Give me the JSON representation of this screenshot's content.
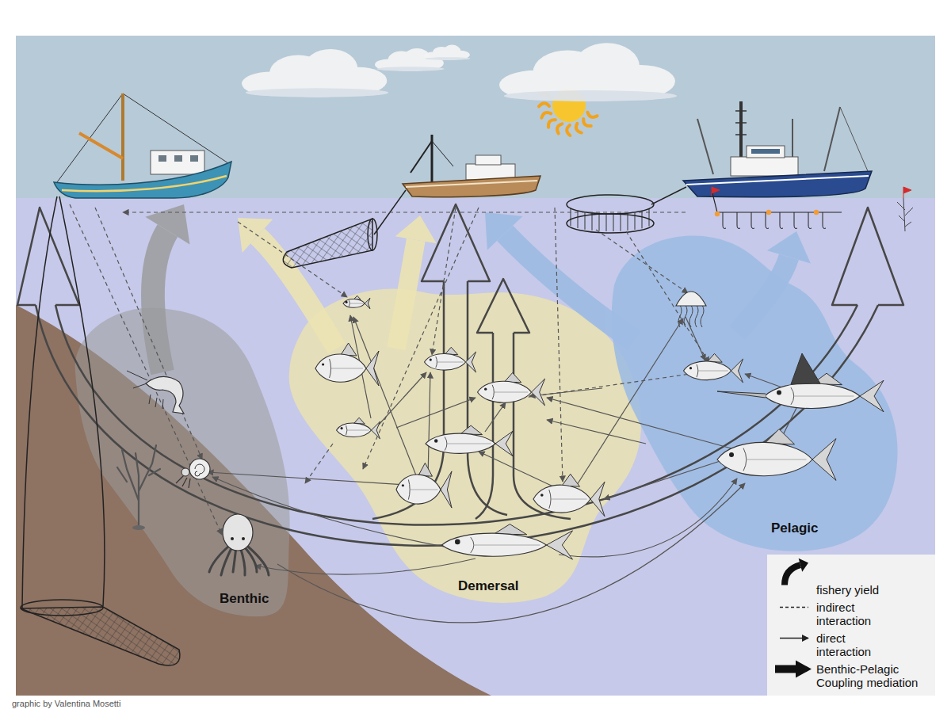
{
  "diagram": {
    "nodes": [
      {
        "text": [
          "Benthic"
        ]
      },
      {
        "text": [
          "Demersal"
        ]
      },
      {
        "text": [
          "Pelagic"
        ]
      }
    ],
    "labels": [
      "graphic by Valentina Mosetti"
    ],
    "legend": [
      {
        "text": "fishery yield"
      },
      {
        "text": "indirect interaction"
      },
      {
        "text": "direct interaction"
      },
      {
        "text": "Benthic-Pelagic Coupling mediation"
      }
    ]
  }
}
